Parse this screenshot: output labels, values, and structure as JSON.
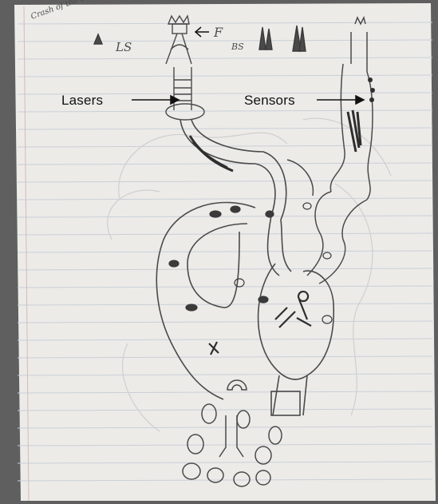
{
  "annotations": {
    "lasers": "Lasers",
    "sensors": "Sensors"
  },
  "handwriting": {
    "corner_note": "Crash of the bitons",
    "ls": "LS",
    "f": "F",
    "bs": "BS"
  },
  "colors": {
    "paper": "#ecebe8",
    "rule_line": "#c9cfd8",
    "margin_line": "#d9b8b8",
    "pencil": "#4a4a4a",
    "dark_shading": "#2e2e2e",
    "annotation_text": "#111111"
  }
}
